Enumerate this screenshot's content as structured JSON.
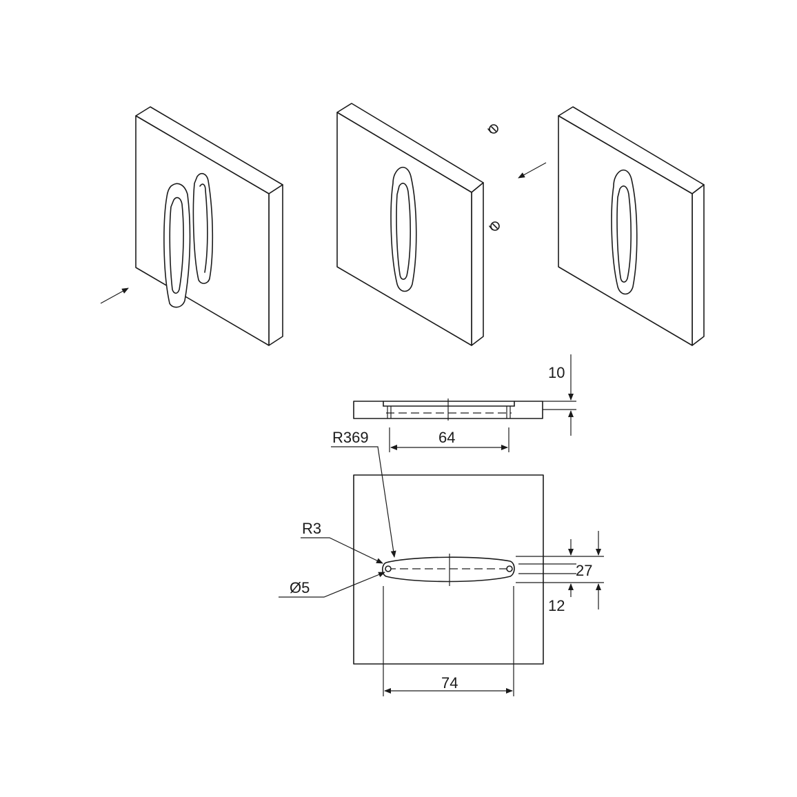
{
  "dimensions": {
    "depth": "10",
    "hole_spacing_side": "64",
    "arc_radius": "R369",
    "corner_radius": "R3",
    "hole_diameter": "Ø5",
    "height": "27",
    "edge_offset": "12",
    "overall_length": "74"
  },
  "views": {
    "isometric_steps": 3,
    "side_view": true,
    "front_view": true
  },
  "colors": {
    "line": "#1a1a1a",
    "background": "#ffffff"
  }
}
